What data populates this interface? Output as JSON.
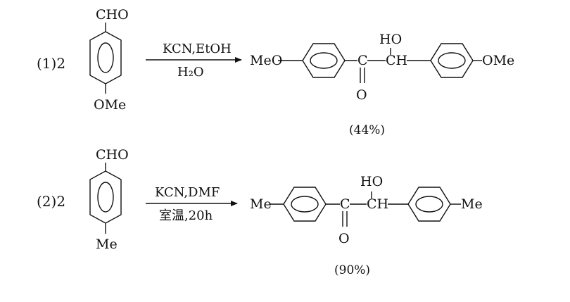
{
  "reactions": [
    {
      "label": "(1)2",
      "reactant": {
        "top": "CHO",
        "bottom": "OMe"
      },
      "reagent_above": "KCN,EtOH",
      "reagent_below": "H₂O",
      "product": {
        "left": "MeO",
        "hydroxyl": "HO",
        "carbonyl_c": "C",
        "ch": "CH",
        "oxygen": "O",
        "right": "OMe"
      },
      "yield": "(44%)"
    },
    {
      "label": "(2)2",
      "reactant": {
        "top": "CHO",
        "bottom": "Me"
      },
      "reagent_above": "KCN,DMF",
      "reagent_below": "室温,20h",
      "product": {
        "left": "Me",
        "hydroxyl": "HO",
        "carbonyl_c": "C",
        "ch": "CH",
        "oxygen": "O",
        "right": "Me"
      },
      "yield": "(90%)"
    }
  ]
}
